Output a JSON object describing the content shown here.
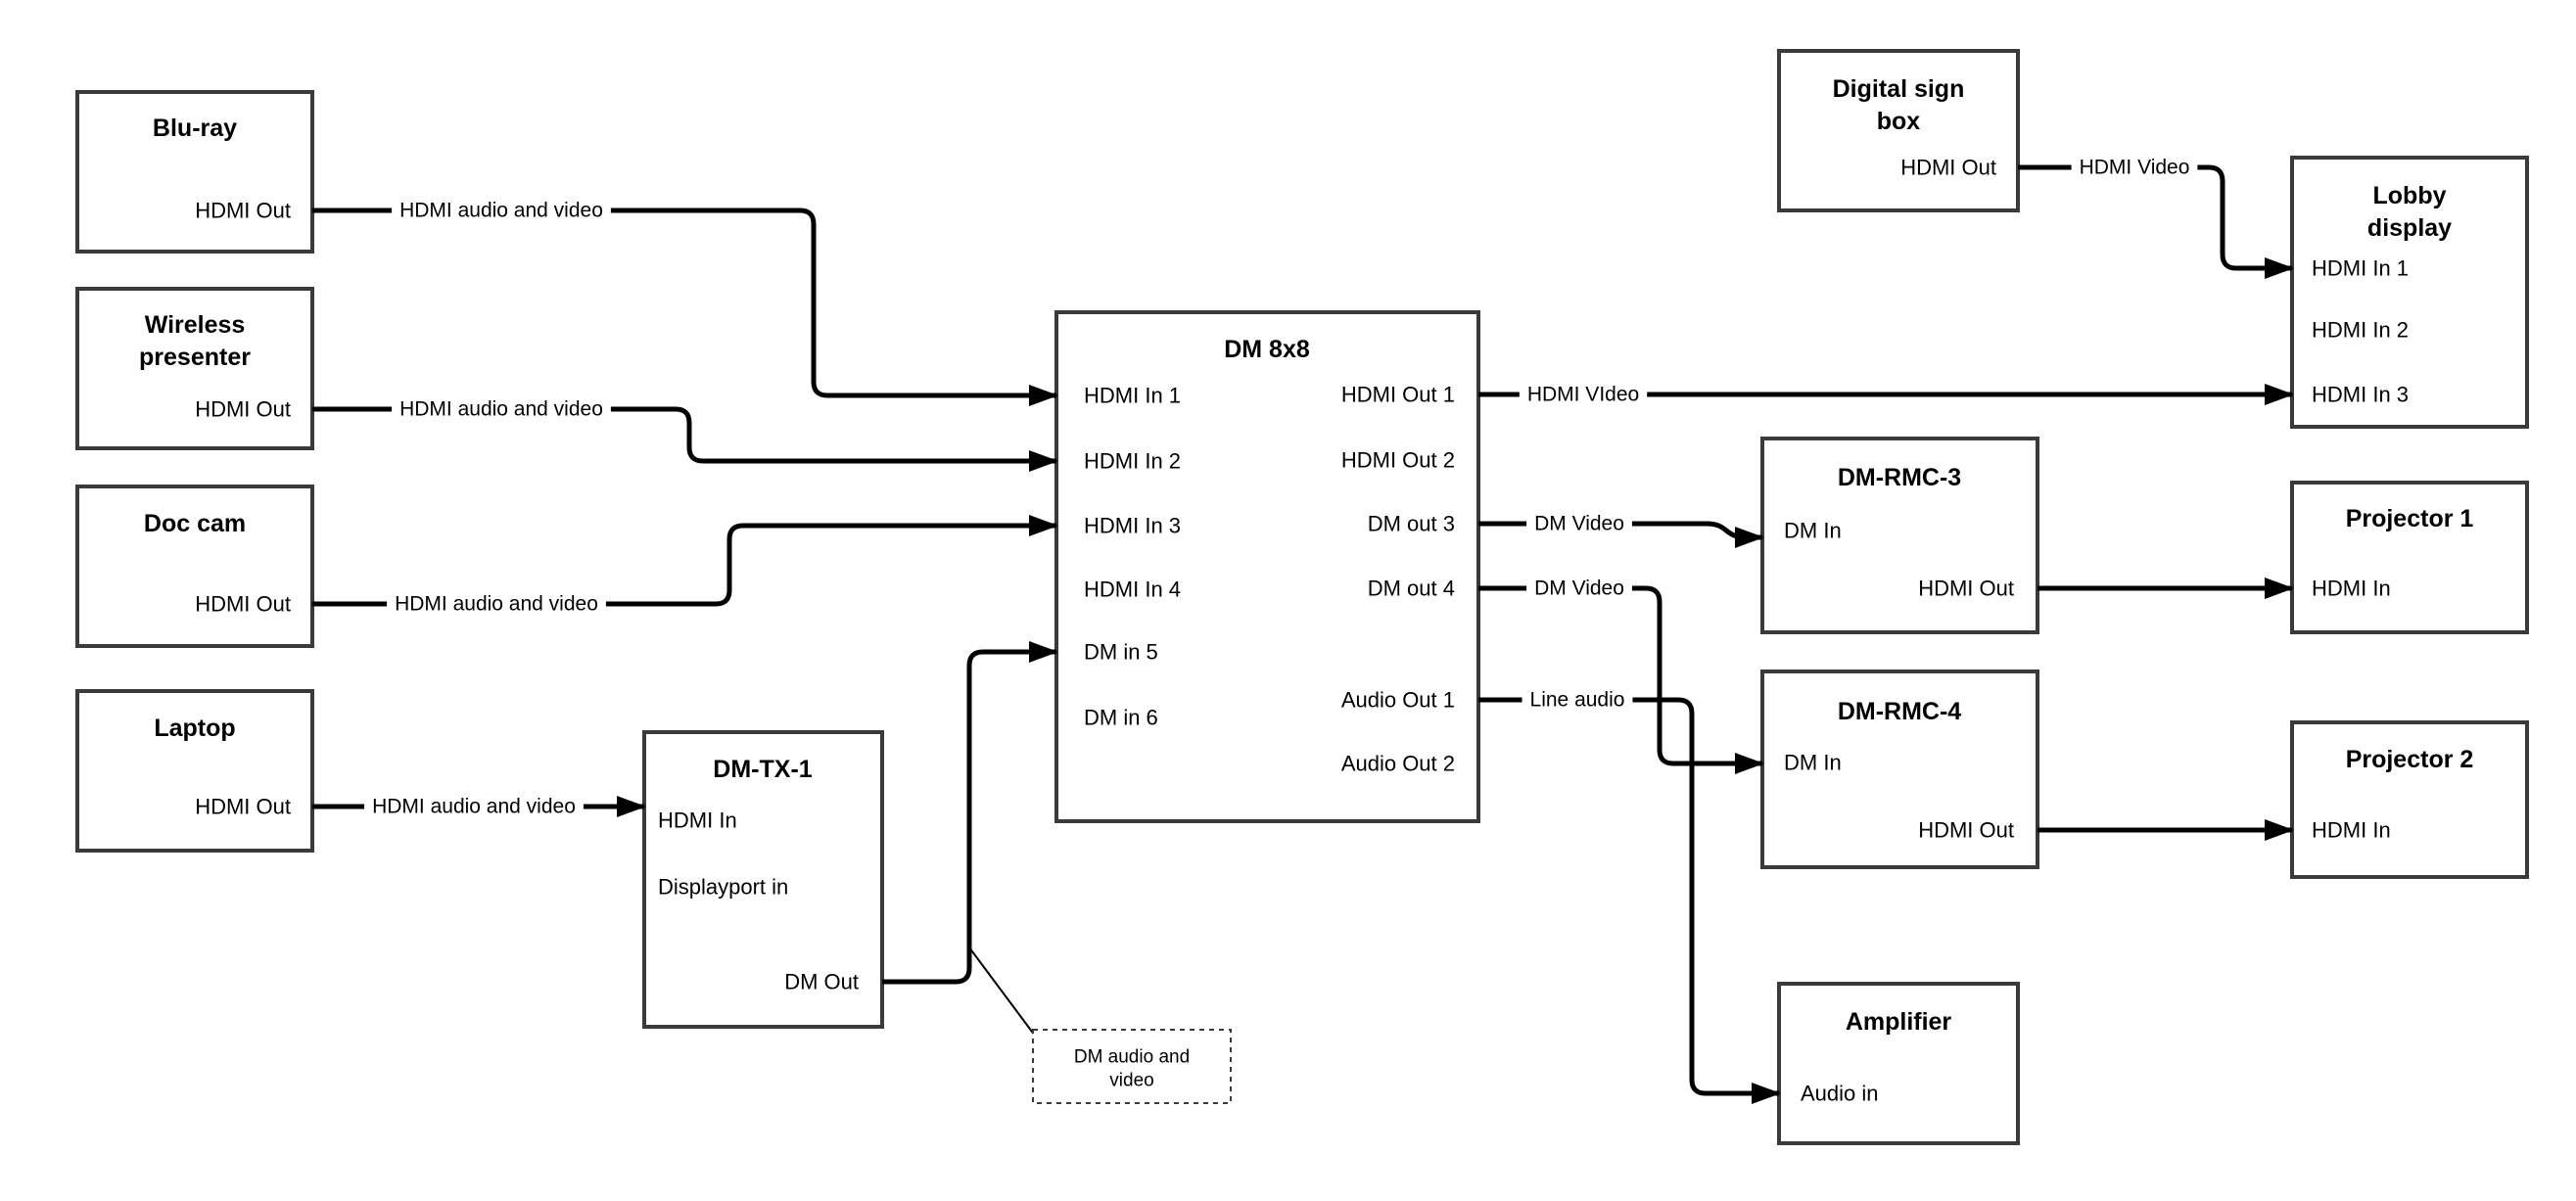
{
  "diagram": {
    "nodes": {
      "bluray": {
        "title_lines": [
          "Blu-ray"
        ],
        "ports": {
          "hdmi_out": "HDMI Out"
        }
      },
      "wireless": {
        "title_lines": [
          "Wireless",
          "presenter"
        ],
        "ports": {
          "hdmi_out": "HDMI Out"
        }
      },
      "doccam": {
        "title_lines": [
          "Doc cam"
        ],
        "ports": {
          "hdmi_out": "HDMI Out"
        }
      },
      "laptop": {
        "title_lines": [
          "Laptop"
        ],
        "ports": {
          "hdmi_out": "HDMI Out"
        }
      },
      "dmtx1": {
        "title_lines": [
          "DM-TX-1"
        ],
        "ports": {
          "hdmi_in": "HDMI In",
          "displayport_in": "Displayport in",
          "dm_out": "DM Out"
        }
      },
      "dm8x8": {
        "title_lines": [
          "DM 8x8"
        ],
        "ports": {
          "hdmi_in_1": "HDMI In 1",
          "hdmi_in_2": "HDMI In 2",
          "hdmi_in_3": "HDMI In 3",
          "hdmi_in_4": "HDMI In 4",
          "dm_in_5": "DM in 5",
          "dm_in_6": "DM in 6",
          "hdmi_out_1": "HDMI Out 1",
          "hdmi_out_2": "HDMI Out 2",
          "dm_out_3": "DM out 3",
          "dm_out_4": "DM out 4",
          "audio_out_1": "Audio Out 1",
          "audio_out_2": "Audio Out 2"
        }
      },
      "digital_sign": {
        "title_lines": [
          "Digital sign",
          "box"
        ],
        "ports": {
          "hdmi_out": "HDMI Out"
        }
      },
      "lobby": {
        "title_lines": [
          "Lobby",
          "display"
        ],
        "ports": {
          "hdmi_in_1": "HDMI In 1",
          "hdmi_in_2": "HDMI In 2",
          "hdmi_in_3": "HDMI In 3"
        }
      },
      "dmrmc3": {
        "title_lines": [
          "DM-RMC-3"
        ],
        "ports": {
          "dm_in": "DM In",
          "hdmi_out": "HDMI Out"
        }
      },
      "proj1": {
        "title_lines": [
          "Projector 1"
        ],
        "ports": {
          "hdmi_in": "HDMI In"
        }
      },
      "dmrmc4": {
        "title_lines": [
          "DM-RMC-4"
        ],
        "ports": {
          "dm_in": "DM In",
          "hdmi_out": "HDMI Out"
        }
      },
      "proj2": {
        "title_lines": [
          "Projector 2"
        ],
        "ports": {
          "hdmi_in": "HDMI In"
        }
      },
      "amplifier": {
        "title_lines": [
          "Amplifier"
        ],
        "ports": {
          "audio_in": "Audio in"
        }
      }
    },
    "edge_labels": {
      "bluray_dm": "HDMI audio and video",
      "wireless_dm": "HDMI audio and video",
      "doccam_dm": "HDMI audio and video",
      "laptop_tx": "HDMI audio and video",
      "hdmi_out1_lobby": "HDMI VIdeo",
      "sign_lobby": "HDMI Video",
      "dmout3_rmc3": "DM Video",
      "dmout4_rmc4": "DM Video",
      "audioout1_amp": "Line audio"
    },
    "callout": {
      "lines": [
        "DM audio and",
        "video"
      ]
    },
    "colors": {
      "wire": "#000000",
      "box_border": "#3a3a3a",
      "text": "#000000",
      "background": "#ffffff"
    }
  }
}
